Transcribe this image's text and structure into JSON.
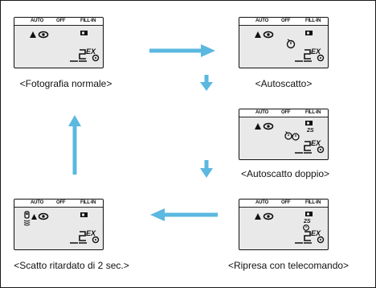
{
  "modes": {
    "auto": "AUTO",
    "off": "OFF",
    "fill": "FILL-IN"
  },
  "exposure_suffix": "EX",
  "two_sec_label": "2S",
  "colors": {
    "arrow": "#5bb8e0",
    "mode_bar": "#ffffff",
    "lcd_bg": "#e9e9e9"
  },
  "panels": {
    "normal": {
      "caption": "<Fotografia normale>"
    },
    "selftimer": {
      "caption": "<Autoscatto>"
    },
    "double": {
      "caption": "<Autoscatto doppio>"
    },
    "delayed": {
      "caption": "<Scatto ritardato di 2 sec.>"
    },
    "remote": {
      "caption": "<Ripresa con telecomando>"
    }
  },
  "icons": [
    "red-eye-icon",
    "flash-auto-icon",
    "battery-icon",
    "self-timer-icon",
    "double-self-timer-icon",
    "remote-control-icon",
    "two-second-delay-icon",
    "frame-counter-icon"
  ]
}
